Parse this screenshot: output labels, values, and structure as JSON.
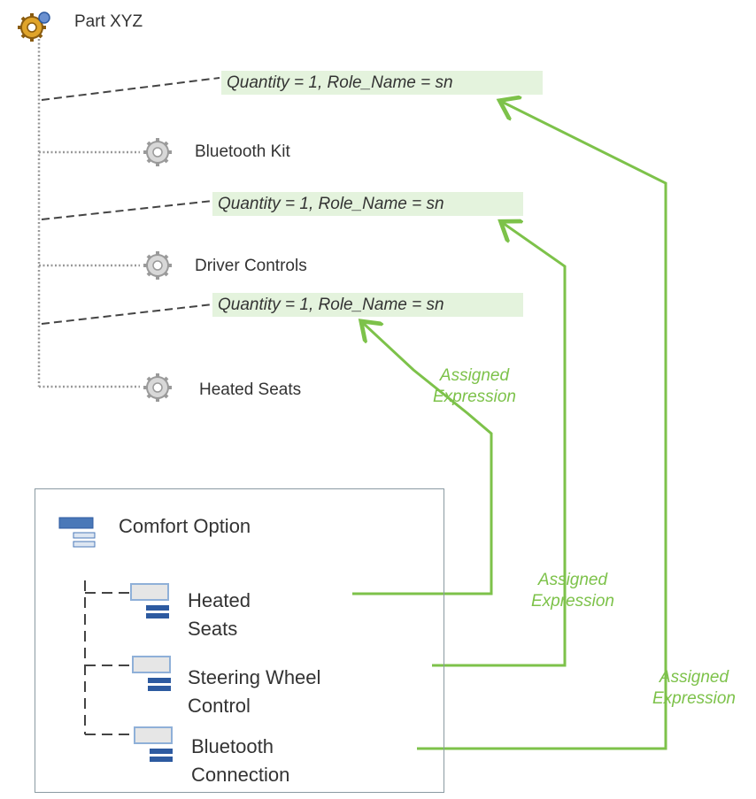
{
  "tree": {
    "root_label": "Part XYZ",
    "expressions": [
      "Quantity = 1, Role_Name = sn",
      "Quantity = 1, Role_Name = sn",
      "Quantity = 1, Role_Name = sn"
    ],
    "children": [
      {
        "label": "Bluetooth Kit",
        "icon": "gear-icon"
      },
      {
        "label": "Driver Controls",
        "icon": "gear-icon"
      },
      {
        "label": "Heated Seats",
        "icon": "gear-icon"
      }
    ]
  },
  "option": {
    "title": "Comfort Option",
    "items": [
      {
        "line1": "Heated",
        "line2": "Seats"
      },
      {
        "line1": "Steering Wheel",
        "line2": "Control"
      },
      {
        "line1": "Bluetooth",
        "line2": "Connection"
      }
    ]
  },
  "arrows": [
    {
      "line1": "Assigned",
      "line2": "Expression"
    },
    {
      "line1": "Assigned",
      "line2": "Expression"
    },
    {
      "line1": "Assigned",
      "line2": "Expression"
    }
  ],
  "colors": {
    "arrow": "#7dc24a",
    "expression_bg": "#e4f3dd",
    "box_border": "#8a9aa2",
    "option_icon": "#4a78b8"
  }
}
